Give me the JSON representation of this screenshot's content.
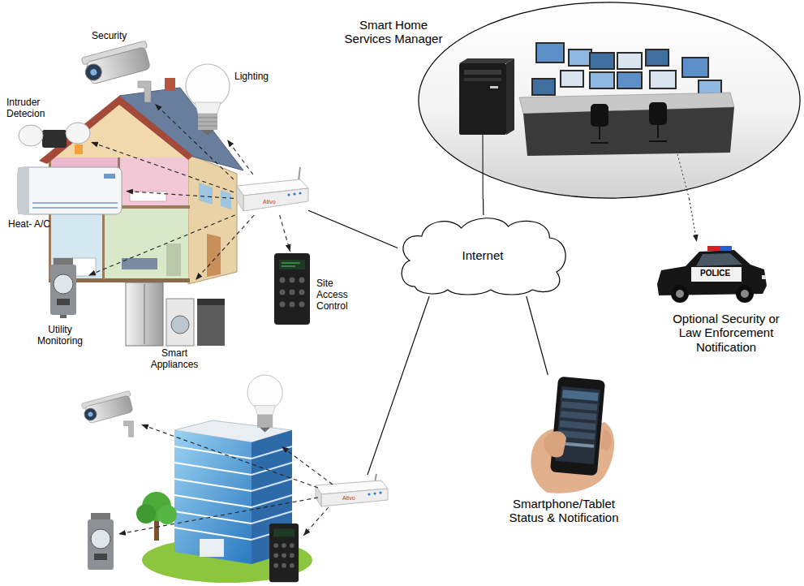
{
  "diagram": {
    "nodes": [
      {
        "text": [
          "Smart Home Services Manager"
        ]
      },
      {
        "text": [
          "Internet"
        ]
      },
      {
        "text": [
          "Security"
        ]
      },
      {
        "text": [
          "Lighting"
        ]
      },
      {
        "text": [
          "Intruder Detecion"
        ]
      },
      {
        "text": [
          "Heat- A/C"
        ]
      },
      {
        "text": [
          "Ativo"
        ]
      },
      {
        "text": [
          "Site Access Control"
        ]
      },
      {
        "text": [
          "Utility Monitoring"
        ]
      },
      {
        "text": [
          "Smart Appliances"
        ]
      },
      {
        "text": [
          "Ativo"
        ]
      },
      {
        "text": [
          "Smartphone/Tablet Status & Notification"
        ]
      },
      {
        "text": [
          "Optional Security or Law Enforcement Notification"
        ]
      }
    ],
    "edges": [
      {
        "from": 6,
        "to": 2,
        "arrow": "to"
      },
      {
        "from": 6,
        "to": 3,
        "arrow": "to"
      },
      {
        "from": 6,
        "to": 4,
        "arrow": "to"
      },
      {
        "from": 6,
        "to": 5,
        "arrow": "to"
      },
      {
        "from": 6,
        "to": 7,
        "arrow": "to"
      },
      {
        "from": 6,
        "to": 8,
        "arrow": "to"
      },
      {
        "from": 6,
        "to": 9,
        "arrow": "to"
      },
      {
        "from": 6,
        "to": 1,
        "arrow": "none"
      },
      {
        "from": 10,
        "to": 1,
        "arrow": "none"
      },
      {
        "from": 0,
        "to": 1,
        "arrow": "none"
      },
      {
        "from": 1,
        "to": 11,
        "arrow": "none"
      },
      {
        "from": 0,
        "to": 12,
        "arrow": "to"
      }
    ],
    "labels": [
      "POLICE"
    ]
  }
}
